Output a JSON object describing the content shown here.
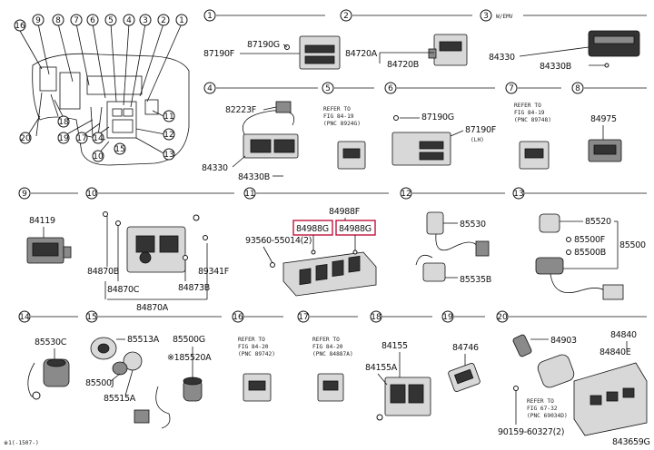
{
  "panels": {
    "p1": {
      "num": "1",
      "labels": [
        "87190F",
        "87190G"
      ]
    },
    "p2": {
      "num": "2",
      "labels": [
        "84720A",
        "84720B"
      ]
    },
    "p3": {
      "num": "3",
      "note": "W/EMV",
      "labels": [
        "84330",
        "84330B"
      ]
    },
    "p4": {
      "num": "4",
      "labels": [
        "82223F",
        "84330",
        "84330B"
      ]
    },
    "p5": {
      "num": "5",
      "note": [
        "REFER TO",
        "FIG 84-19",
        "(PNC 8924G)"
      ]
    },
    "p6": {
      "num": "6",
      "labels": [
        "87190G",
        "87190F"
      ],
      "sub": "(LH)"
    },
    "p7": {
      "num": "7",
      "note": [
        "REFER TO",
        "FIG 84-19",
        "(PNC 89748)"
      ]
    },
    "p8": {
      "num": "8",
      "labels": [
        "84975"
      ]
    },
    "p9": {
      "num": "9",
      "labels": [
        "84119"
      ]
    },
    "p10": {
      "num": "10",
      "labels": [
        "84870B",
        "84870C",
        "84870A",
        "89341F",
        "84873B"
      ]
    },
    "p11": {
      "num": "11",
      "labels": [
        "84988F",
        "84988G",
        "84988G",
        "93560-55014(2)"
      ]
    },
    "p12": {
      "num": "12",
      "labels": [
        "85530",
        "85535B"
      ]
    },
    "p13": {
      "num": "13",
      "labels": [
        "85520",
        "85500F",
        "85500B",
        "85500"
      ]
    },
    "p14": {
      "num": "14",
      "labels": [
        "85530C"
      ]
    },
    "p15": {
      "num": "15",
      "labels": [
        "85513A",
        "85500G",
        "※185520A",
        "85500J",
        "85515A"
      ]
    },
    "p16": {
      "num": "16",
      "note": [
        "REFER TO",
        "FIG 84-20",
        "(PNC 89742)"
      ]
    },
    "p17": {
      "num": "17",
      "note": [
        "REFER TO",
        "FIG 84-20",
        "(PNC 84887A)"
      ]
    },
    "p18": {
      "num": "18",
      "labels": [
        "84155",
        "84155A"
      ]
    },
    "p19": {
      "num": "19",
      "labels": [
        "84746"
      ]
    },
    "p20": {
      "num": "20",
      "labels": [
        "84903",
        "84840",
        "84840E",
        "90159-60327(2)"
      ],
      "note": [
        "REFER TO",
        "FIG 67-32",
        "(PNC 69034D)"
      ]
    }
  },
  "overview": {
    "callouts": [
      "16",
      "9",
      "8",
      "7",
      "6",
      "5",
      "4",
      "3",
      "2",
      "1",
      "18",
      "19",
      "17",
      "14",
      "12",
      "20",
      "10",
      "13",
      "11",
      "15"
    ]
  },
  "footer": {
    "left": "※1(-1507-)",
    "right": "843659G"
  }
}
